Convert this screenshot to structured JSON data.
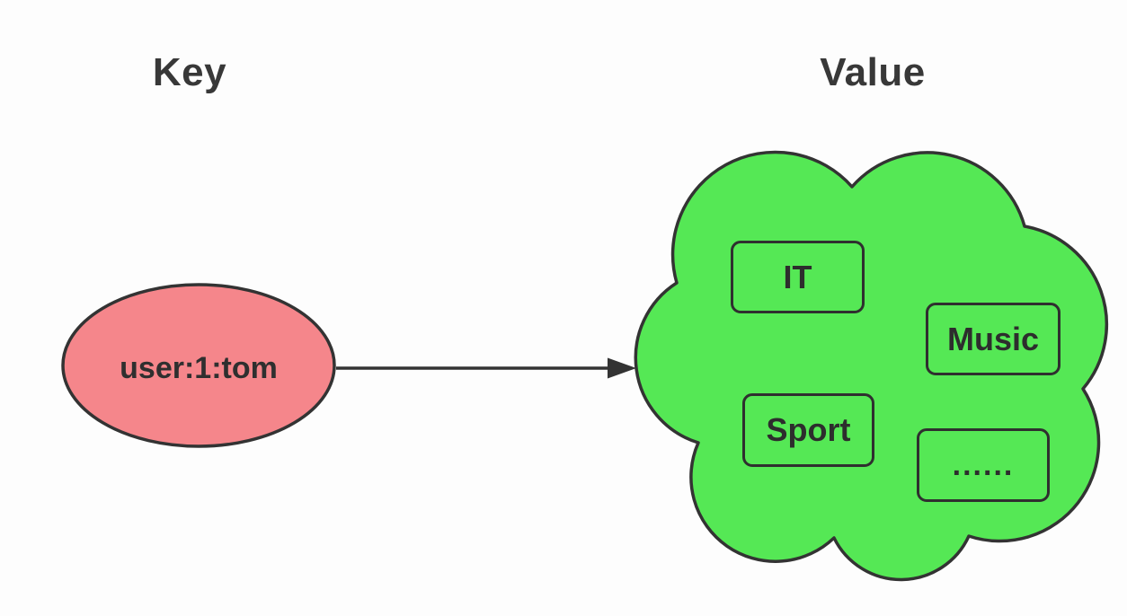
{
  "titles": {
    "key": "Key",
    "value": "Value"
  },
  "key_node": {
    "label": "user:1:tom",
    "shape": "ellipse",
    "fill": "#F5868B",
    "border": "#333333"
  },
  "arrow": {
    "from": "key-node",
    "to": "value-cloud",
    "color": "#333333"
  },
  "value_cloud": {
    "shape": "cloud",
    "fill": "#55E855",
    "border": "#333333",
    "items": [
      {
        "label": "IT"
      },
      {
        "label": "Music"
      },
      {
        "label": "Sport"
      },
      {
        "label": "......"
      }
    ]
  }
}
